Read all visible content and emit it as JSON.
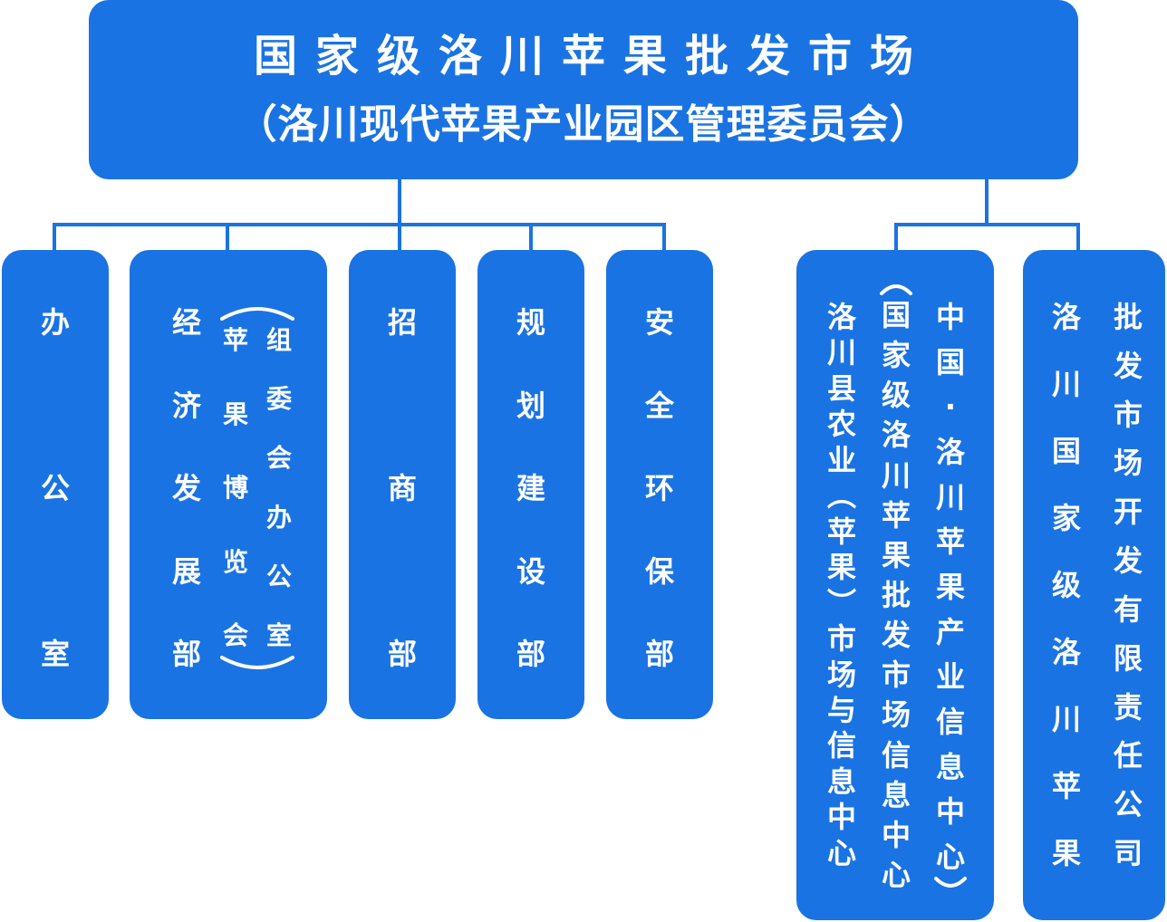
{
  "colors": {
    "box": "#1a73e3",
    "text": "#ffffff",
    "background": "#ffffff"
  },
  "root": {
    "title": "国家级洛川苹果批发市场",
    "subtitle": "（洛川现代苹果产业园区管理委员会）"
  },
  "left_branch": [
    {
      "name": "办公室"
    },
    {
      "name": "经济发展部",
      "note_col1": "苹果博览会",
      "note_col2": "组委会办公室"
    },
    {
      "name": "招商部"
    },
    {
      "name": "规划建设部"
    },
    {
      "name": "安全环保部"
    }
  ],
  "right_branch": [
    {
      "col1": "洛川县农业（苹果）市场与信息中心",
      "col2": "国家级洛川苹果批发市场信息中心",
      "col3": "中国·洛川苹果产业信息中心"
    },
    {
      "col1": "洛川国家级洛川苹果",
      "col2": "批发市场开发有限责任公司"
    }
  ]
}
